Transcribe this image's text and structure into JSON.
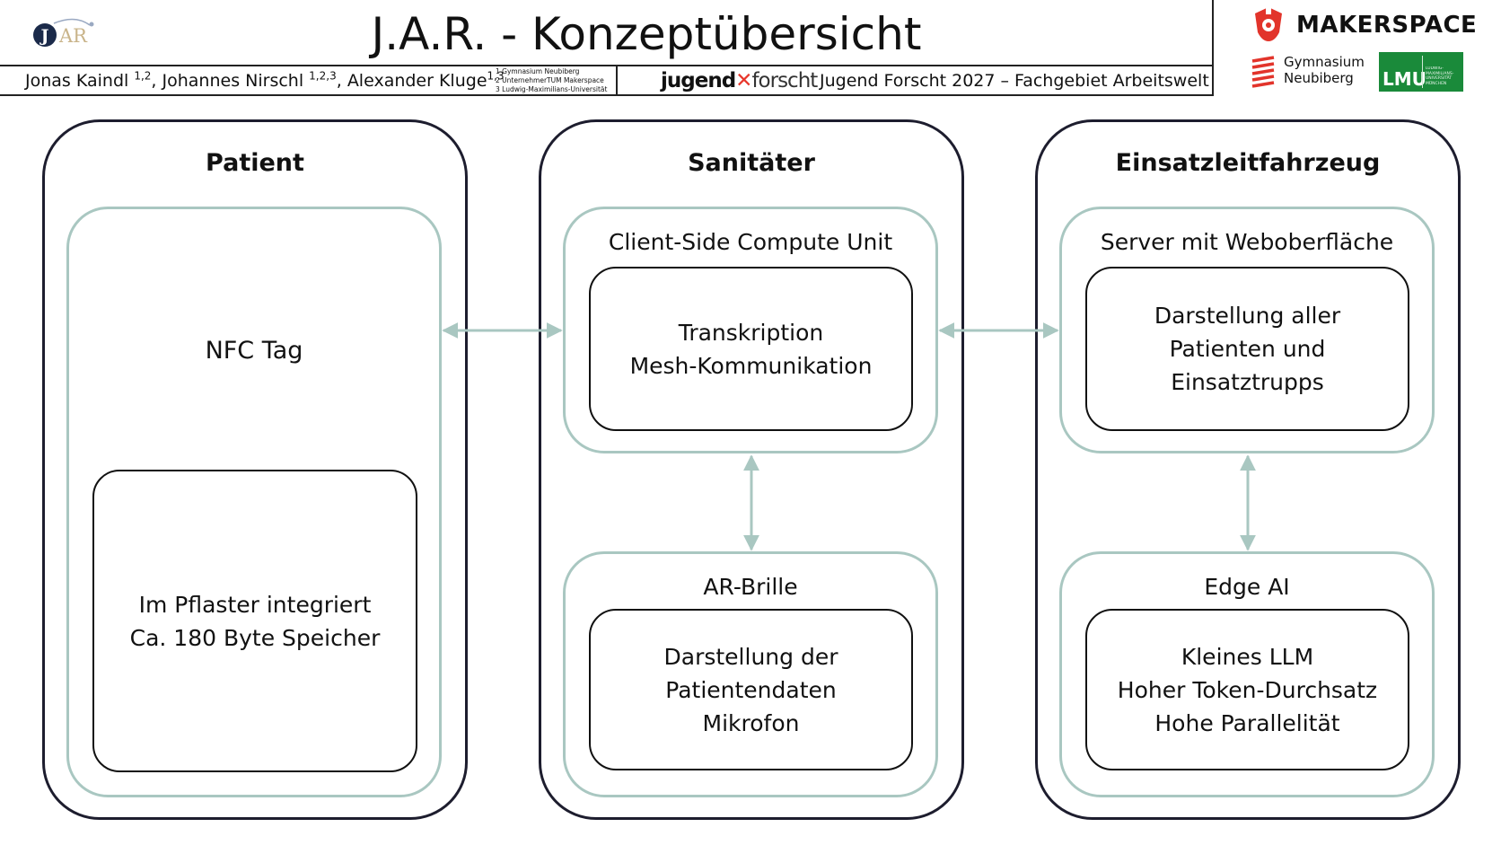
{
  "header": {
    "title": "J.A.R. - Konzeptübersicht",
    "logo_text": "JAR",
    "authors": [
      {
        "name": "Jonas Kaindl",
        "affil": "1,2",
        "sep": ","
      },
      {
        "name": "Johannes Nirschl",
        "affil": "1,2,3",
        "sep": ","
      },
      {
        "name": "Alexander Kluge",
        "affil": "1,3",
        "sep": ""
      }
    ],
    "affiliations": [
      "1 Gymnasium Neubiberg",
      "2 UnternehmerTUM Makerspace",
      "3 Ludwig-Maximilians-Universität"
    ],
    "jf_logo": {
      "part1": "jugend",
      "part2": "forscht"
    },
    "competition": "Jugend Forscht 2027 – Fachgebiet Arbeitswelt",
    "sponsors": {
      "makerspace": "MAKERSPACE",
      "gymnasium_line1": "Gymnasium",
      "gymnasium_line2": "Neubiberg",
      "lmu": "LMU",
      "lmu_small": "LUDWIG- MAXIMILIANS- UNIVERSITÄT MÜNCHEN"
    }
  },
  "diagram": {
    "columns": [
      {
        "title": "Patient",
        "nfc_label": "NFC Tag",
        "box_lines": [
          "Im Pflaster integriert",
          "Ca. 180 Byte Speicher"
        ]
      },
      {
        "title": "Sanitäter",
        "inner": [
          {
            "title": "Client-Side Compute Unit",
            "lines": [
              "Transkription",
              "Mesh-Kommunikation"
            ]
          },
          {
            "title": "AR-Brille",
            "lines": [
              "Darstellung der",
              "Patientendaten",
              "Mikrofon"
            ]
          }
        ]
      },
      {
        "title": "Einsatzleitfahrzeug",
        "inner": [
          {
            "title": "Server mit Weboberfläche",
            "lines": [
              "Darstellung aller",
              "Patienten und",
              "Einsatztrupps"
            ]
          },
          {
            "title": "Edge AI",
            "lines": [
              "Kleines LLM",
              "Hoher Token-Durchsatz",
              "Hohe Parallelität"
            ]
          }
        ]
      }
    ],
    "colors": {
      "outer_border": "#1d1d2e",
      "inner_border": "#a9c7c1",
      "arrow": "#a9c7c1",
      "makerspace_red": "#e2342b",
      "lmu_green": "#1a8a3a"
    }
  }
}
